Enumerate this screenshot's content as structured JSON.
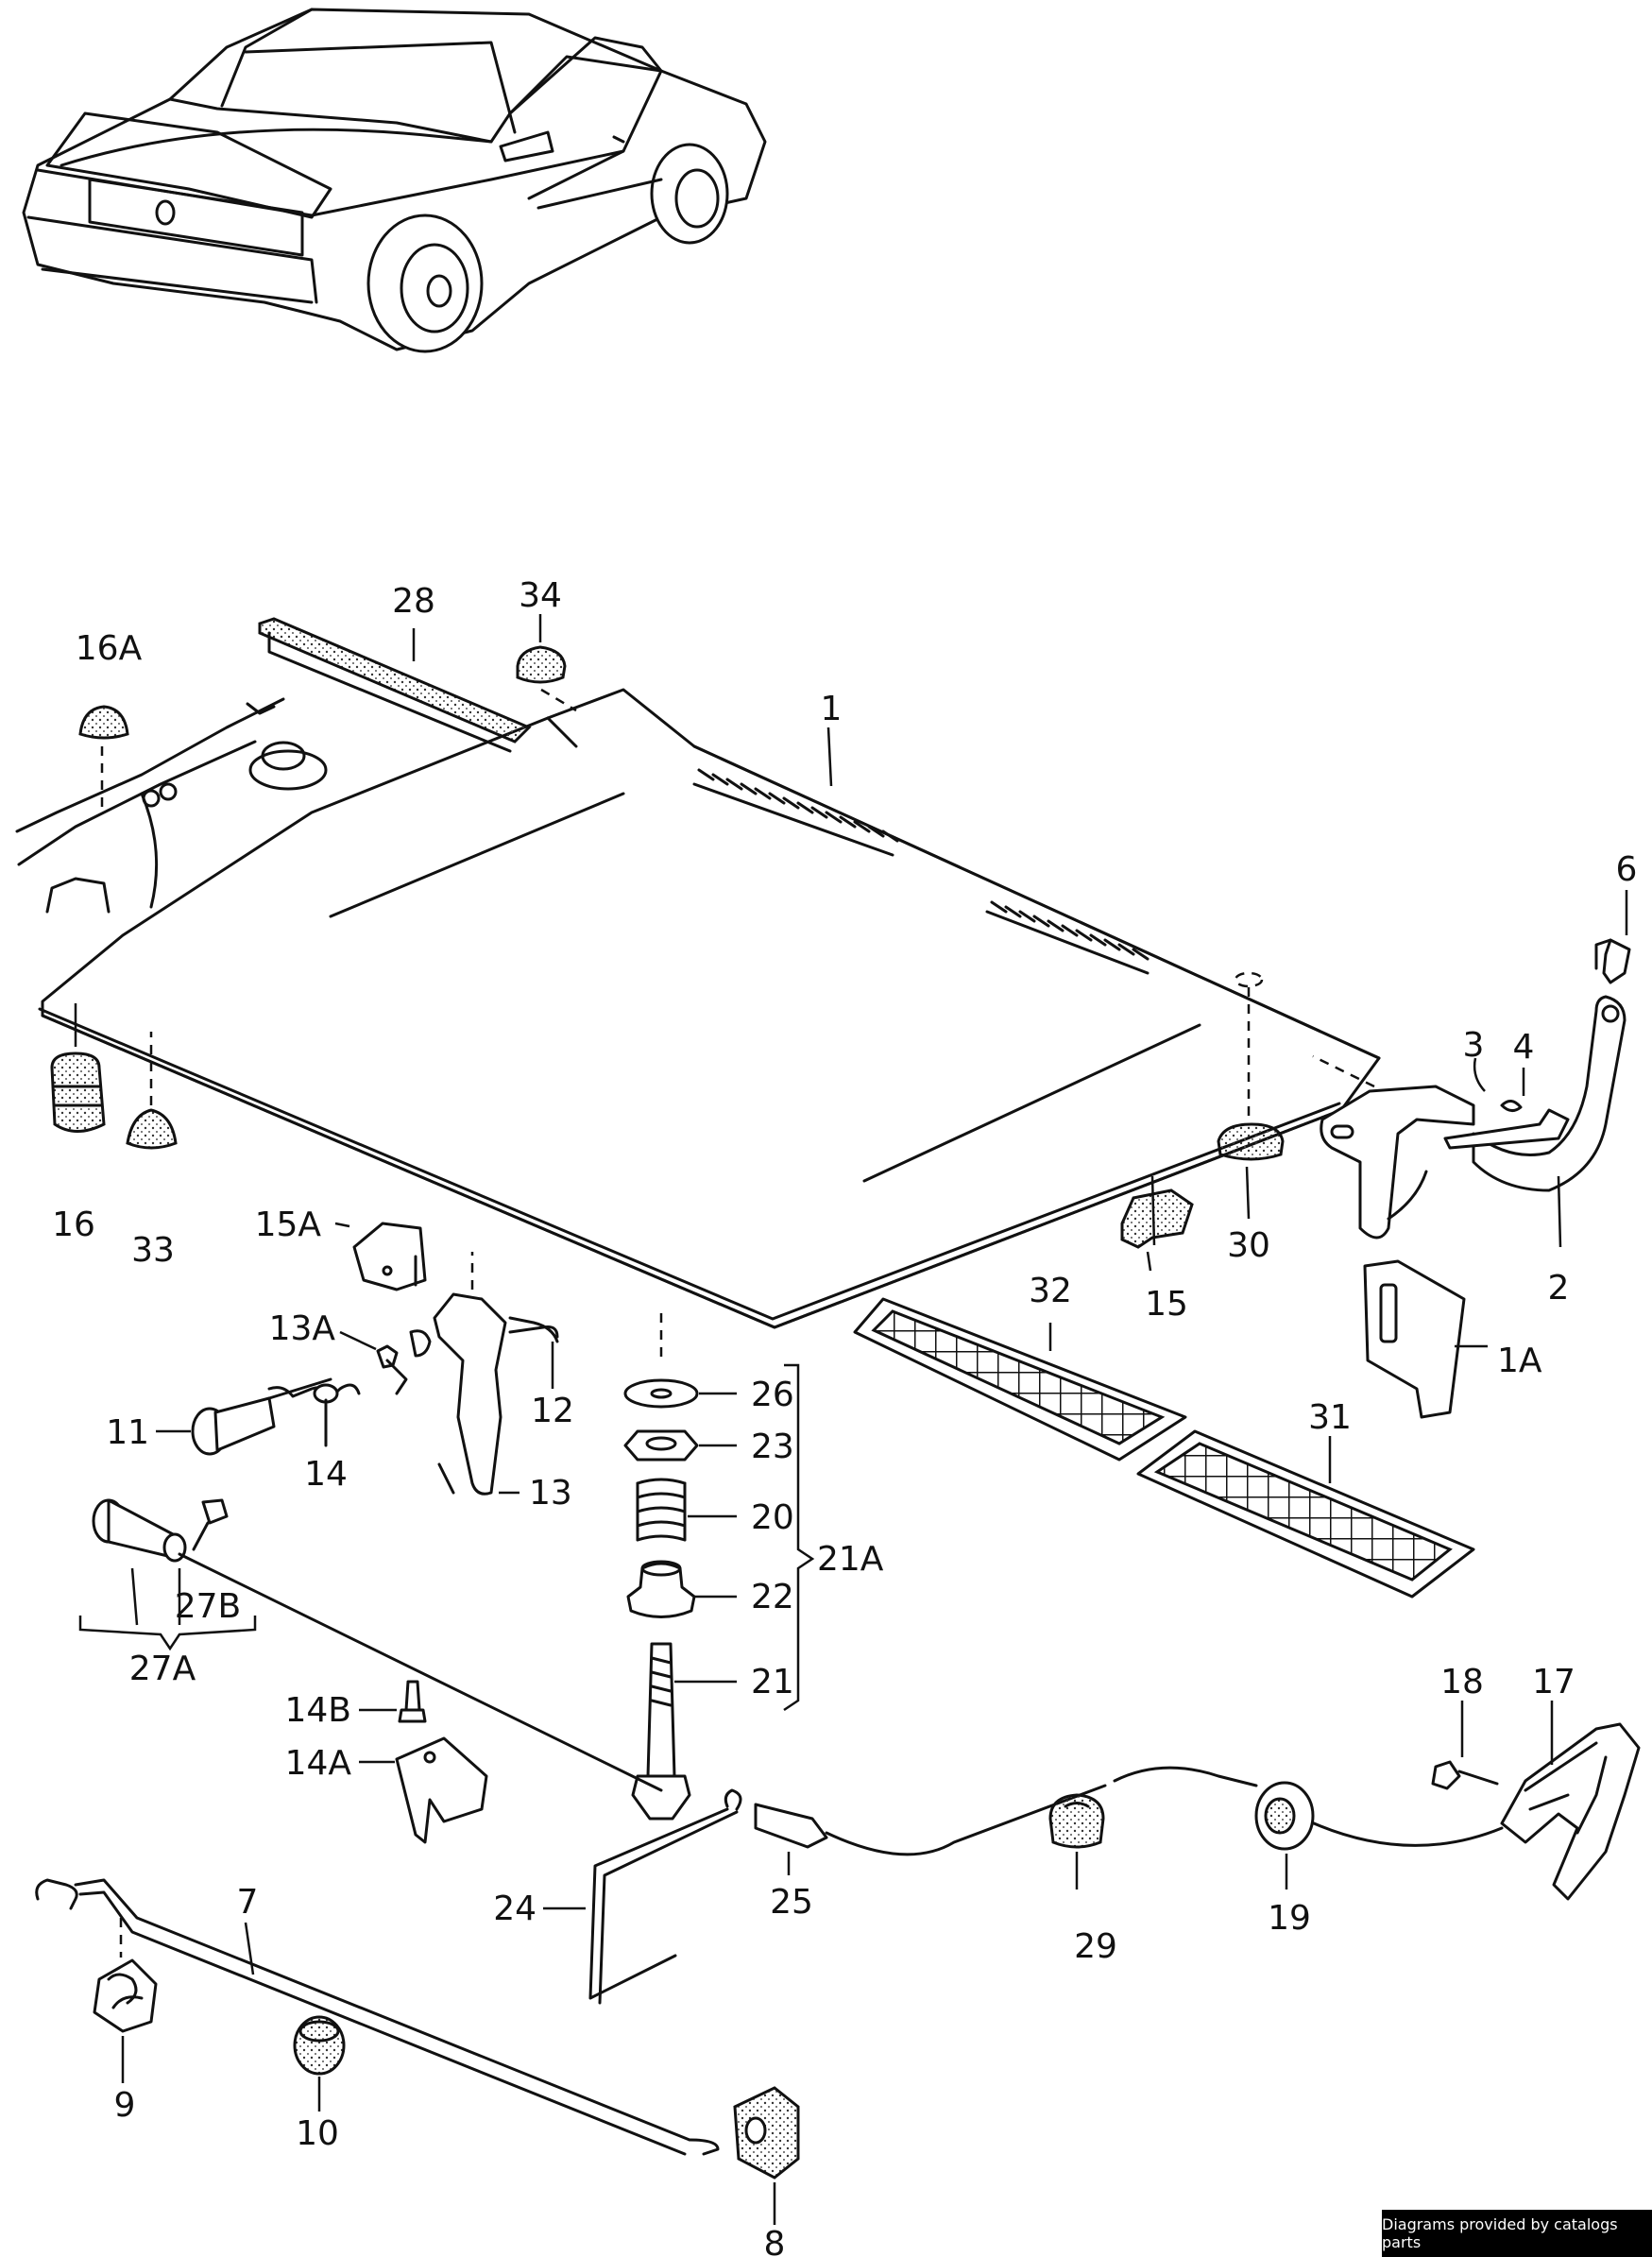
{
  "diagram": {
    "callouts": [
      "1",
      "1A",
      "2",
      "3",
      "4",
      "6",
      "7",
      "8",
      "9",
      "10",
      "11",
      "12",
      "13",
      "13A",
      "14",
      "14A",
      "14B",
      "15",
      "15A",
      "16",
      "16A",
      "17",
      "18",
      "19",
      "20",
      "21",
      "21A",
      "22",
      "23",
      "24",
      "25",
      "26",
      "27A",
      "27B",
      "28",
      "29",
      "30",
      "31",
      "32",
      "33",
      "34"
    ],
    "credit": "Diagrams provided by catalogs parts"
  }
}
